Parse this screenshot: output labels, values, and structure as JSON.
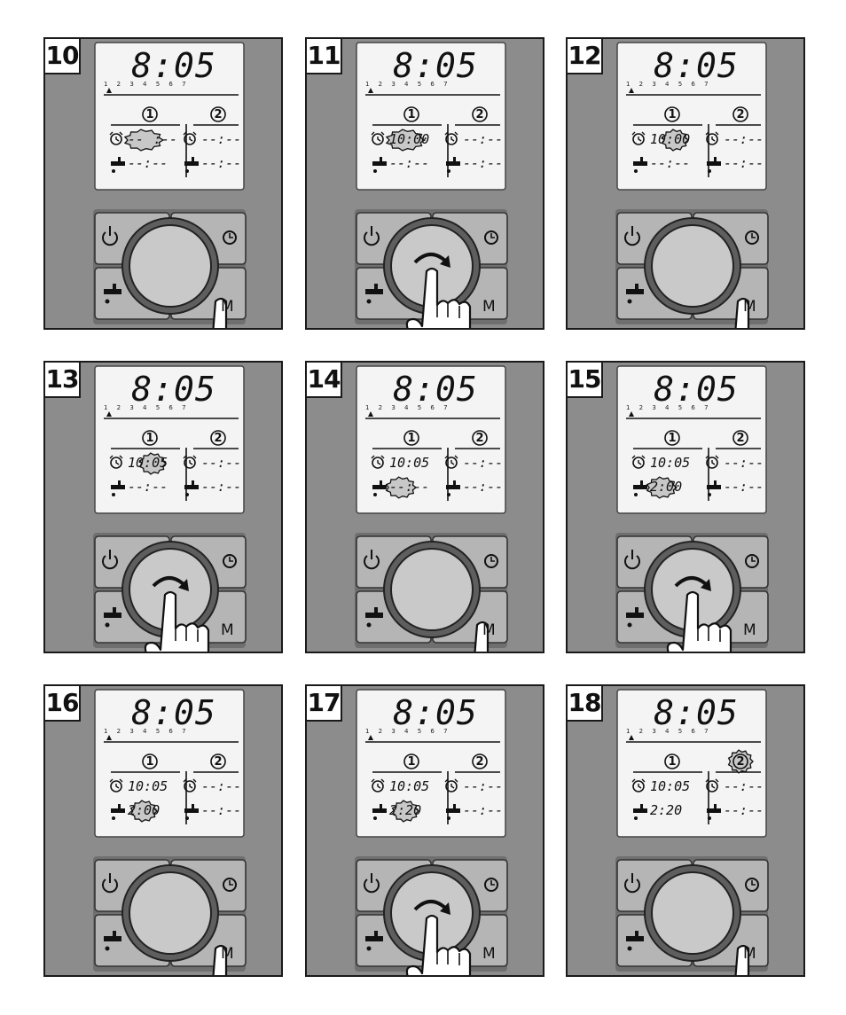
{
  "panels": [
    {
      "step": "10",
      "time": "8:05",
      "days": "1 2 3 4 5 6 7",
      "prog1": "①",
      "prog2": "②",
      "p1_on": "--",
      "p1_on_tail": ":--",
      "p1_dur": "--:--",
      "p2_on": "--:--",
      "p2_dur": "--:--",
      "action": "press-M",
      "highlight": "p1_on"
    },
    {
      "step": "11",
      "time": "8:05",
      "days": "1 2 3 4 5 6 7",
      "prog1": "①",
      "prog2": "②",
      "p1_on": "10:00",
      "p1_dur": "--:--",
      "p2_on": "--:--",
      "p2_dur": "--:--",
      "action": "rotate-dial",
      "highlight": "p1_on"
    },
    {
      "step": "12",
      "time": "8:05",
      "days": "1 2 3 4 5 6 7",
      "prog1": "①",
      "prog2": "②",
      "p1_on": "10:00",
      "p1_dur": "--:--",
      "p2_on": "--:--",
      "p2_dur": "--:--",
      "action": "press-M",
      "highlight": "p1_min"
    },
    {
      "step": "13",
      "time": "8:05",
      "days": "1 2 3 4 5 6 7",
      "prog1": "①",
      "prog2": "②",
      "p1_on": "10:05",
      "p1_dur": "--:--",
      "p2_on": "--:--",
      "p2_dur": "--:--",
      "action": "rotate-dial",
      "highlight": "p1_min"
    },
    {
      "step": "14",
      "time": "8:05",
      "days": "1 2 3 4 5 6 7",
      "prog1": "①",
      "prog2": "②",
      "p1_on": "10:05",
      "p1_dur": "--:--",
      "p2_on": "--:--",
      "p2_dur": "--:--",
      "action": "press-M",
      "highlight": "p1_dur"
    },
    {
      "step": "15",
      "time": "8:05",
      "days": "1 2 3 4 5 6 7",
      "prog1": "①",
      "prog2": "②",
      "p1_on": "10:05",
      "p1_dur": "2:00",
      "p2_on": "--:--",
      "p2_dur": "--:--",
      "action": "rotate-dial",
      "highlight": "p1_dur"
    },
    {
      "step": "16",
      "time": "8:05",
      "days": "1 2 3 4 5 6 7",
      "prog1": "①",
      "prog2": "②",
      "p1_on": "10:05",
      "p1_dur": "2:00",
      "p2_on": "--:--",
      "p2_dur": "--:--",
      "action": "press-M",
      "highlight": "p1_durmin"
    },
    {
      "step": "17",
      "time": "8:05",
      "days": "1 2 3 4 5 6 7",
      "prog1": "①",
      "prog2": "②",
      "p1_on": "10:05",
      "p1_dur": "2:20",
      "p2_on": "--:--",
      "p2_dur": "--:--",
      "action": "rotate-dial",
      "highlight": "p1_durmin"
    },
    {
      "step": "18",
      "time": "8:05",
      "days": "1 2 3 4 5 6 7",
      "prog1": "①",
      "prog2": "②",
      "p1_on": "10:05",
      "p1_dur": "2:20",
      "p2_on": "--:--",
      "p2_dur": "--:--",
      "action": "press-M",
      "highlight": "prog2"
    }
  ],
  "controls": {
    "m_label": "M",
    "power_icon": "power-icon",
    "clock_icon": "clock-icon",
    "tap_icon": "tap-icon",
    "alarm_icon": "alarm-clock-icon"
  },
  "colors": {
    "device": "#8c8c8c",
    "device_dark": "#6f6f6f",
    "lcd": "#f4f4f4",
    "button": "#b5b5b5",
    "dial": "#c9c9c9",
    "highlight": "#c8c8c8"
  }
}
